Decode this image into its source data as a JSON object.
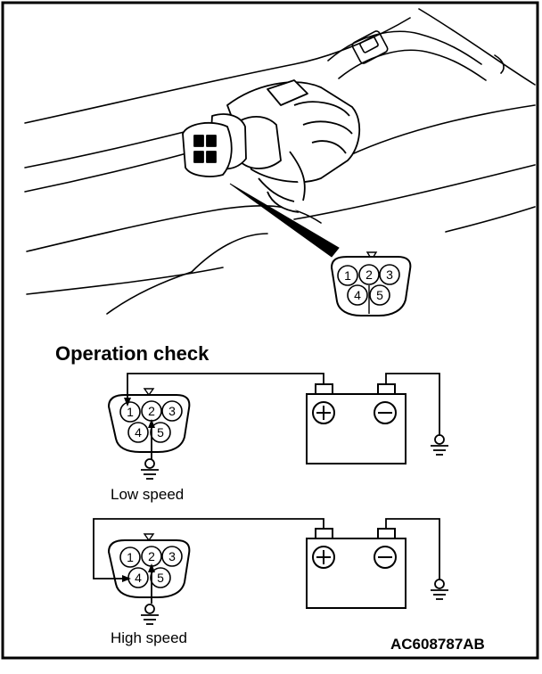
{
  "operation_title": "Operation check",
  "low_speed_label": "Low speed",
  "high_speed_label": "High speed",
  "figure_id": "AC608787AB",
  "pin_numbers": [
    "1",
    "2",
    "3",
    "4",
    "5"
  ],
  "battery_positive_symbol": "+",
  "battery_negative_symbol": "−"
}
